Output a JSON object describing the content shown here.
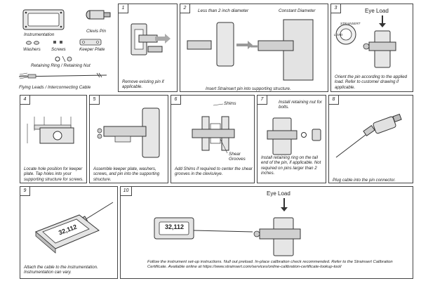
{
  "kit": {
    "instrumentation": "Instrumentation",
    "clevis_pin": "Clevis Pin",
    "washers": "Washers",
    "screws": "Screws",
    "keeper_plate": "Keeper Plate",
    "retaining": "Retaining Ring / Retaining Nut",
    "cable": "Flying Leads / Interconnecting Cable"
  },
  "steps": [
    {
      "num": "1",
      "caption": "Remove existing pin if applicable."
    },
    {
      "num": "2",
      "caption": "Insert Strainsert pin into supporting structure.",
      "label_left": "Less than 2 inch diameter",
      "label_right": "Constant Diameter"
    },
    {
      "num": "3",
      "caption": "Orient the pin according to the applied load. Refer to customer drawing if applicable.",
      "label": "Eye Load",
      "stamp_top": "STRAINSERT",
      "stamp_side": "LOAD"
    },
    {
      "num": "4",
      "caption": "Locate hole position for keeper plate. Tap holes into your supporting structure for screws."
    },
    {
      "num": "5",
      "caption": "Assemble keeper plate, washers, screws, and pin into the supporting structure."
    },
    {
      "num": "6",
      "caption": "Add Shims if required to center the shear grooves in the clevis/eye.",
      "label_shims": "Shims",
      "label_grooves": "Shear Grooves"
    },
    {
      "num": "7",
      "caption": "Install retaining ring on the tail end of the pin, if applicable. Not required on pins larger than 2 inches.",
      "label": "Install retaining nut for bolts."
    },
    {
      "num": "8",
      "caption": "Plug cable into the pin connector."
    },
    {
      "num": "9",
      "caption": "Attach the cable to the instrumentation. Instrumentation can vary.",
      "display": "32,112"
    },
    {
      "num": "10",
      "caption": "Follow the instrument set-up instructions. Null out preload. In-place calibration check recommended. Refer to the Strainsert Calibration Certificate. Available online at https://www.strainsert.com/services/online-calibration-certificate-lookup-tool/",
      "label": "Eye Load",
      "display": "32,112"
    }
  ]
}
